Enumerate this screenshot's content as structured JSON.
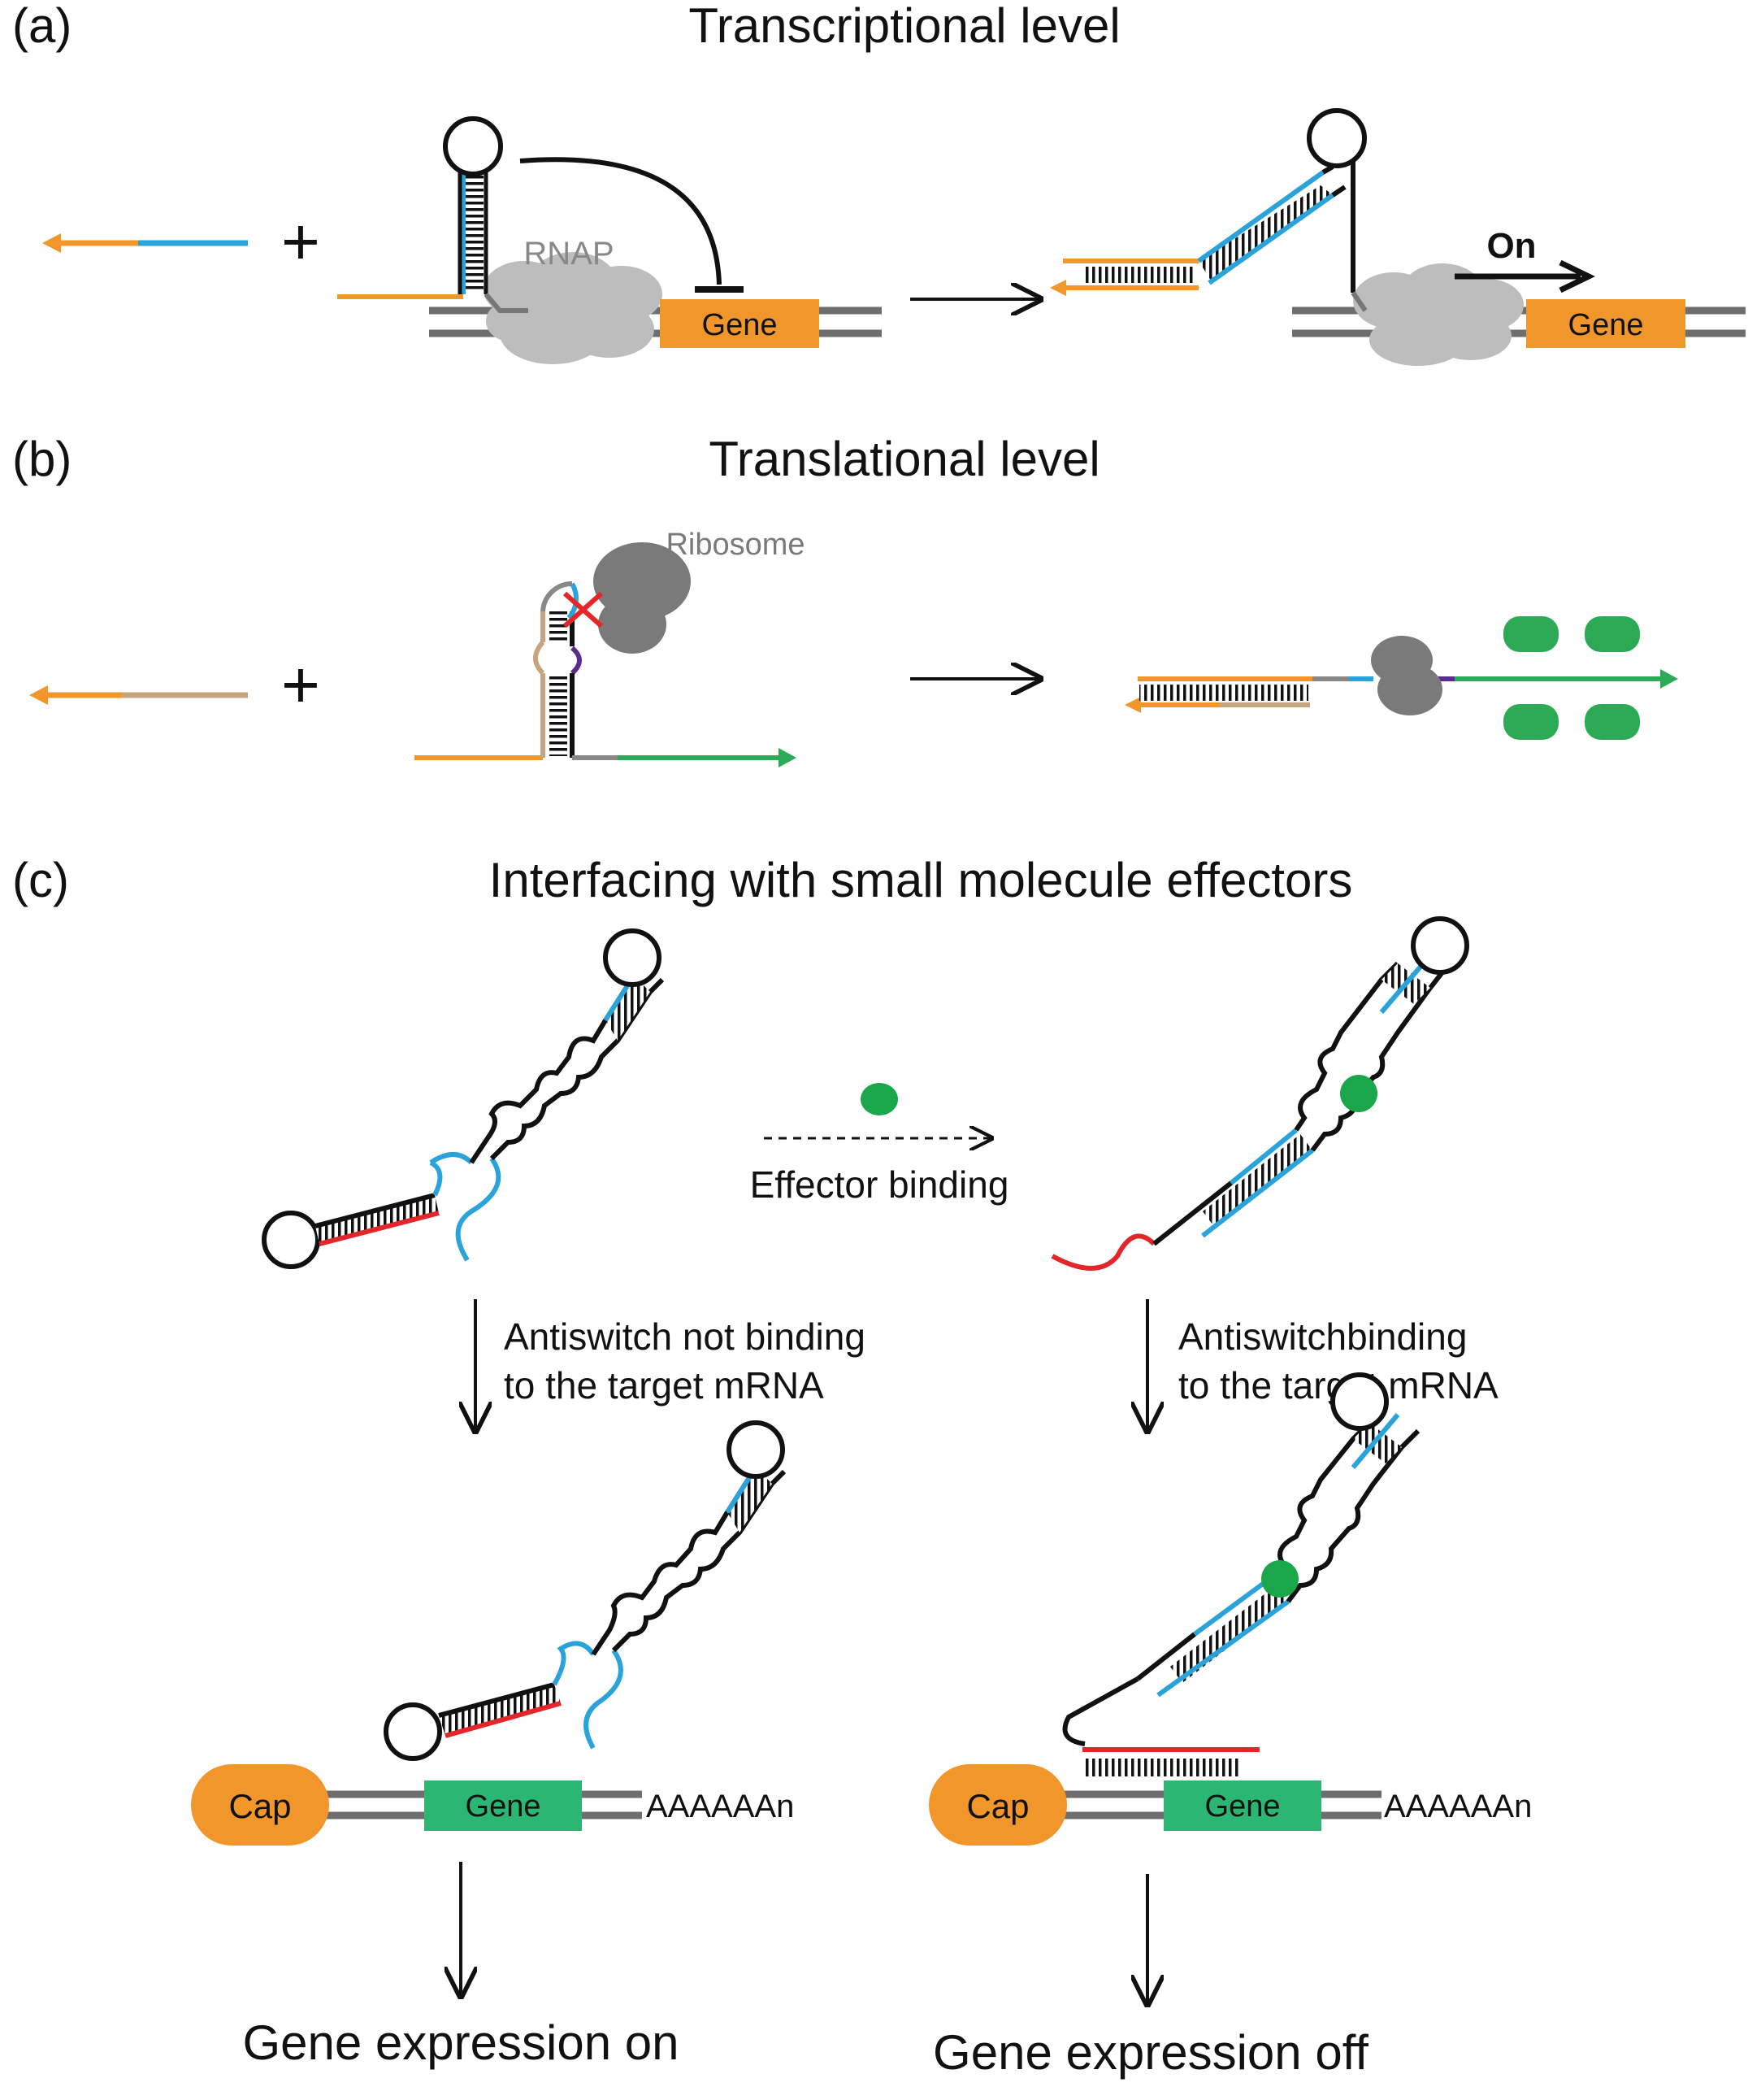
{
  "panels": {
    "a": {
      "label": "(a)",
      "title": "Transcriptional level",
      "rnap": "RNAP",
      "gene": "Gene",
      "on": "On"
    },
    "b": {
      "label": "(b)",
      "title": "Translational level",
      "ribosome": "Ribosome"
    },
    "c": {
      "label": "(c)",
      "title": "Interfacing with small molecule effectors",
      "effector_label": "Effector binding",
      "left_desc_1": "Antiswitch not binding",
      "left_desc_2": "to the target mRNA",
      "right_desc_1": "Antiswitchbinding",
      "right_desc_2": "to the target mRNA",
      "cap": "Cap",
      "gene": "Gene",
      "polya": "AAAAAAn",
      "result_on": "Gene expression on",
      "result_off": "Gene expression off"
    }
  },
  "colors": {
    "orange": "#F0962B",
    "blue": "#2AA3DA",
    "red": "#E3262A",
    "green": "#2DAA56",
    "effector_green": "#1AA64A",
    "gene_green": "#2BB673",
    "tan": "#C6A47E",
    "purple": "#5B2C8F",
    "dna_gray": "#6E6E6E",
    "rnap_gray": "#BDBDBD",
    "ribosome_gray": "#7A7A7A"
  }
}
